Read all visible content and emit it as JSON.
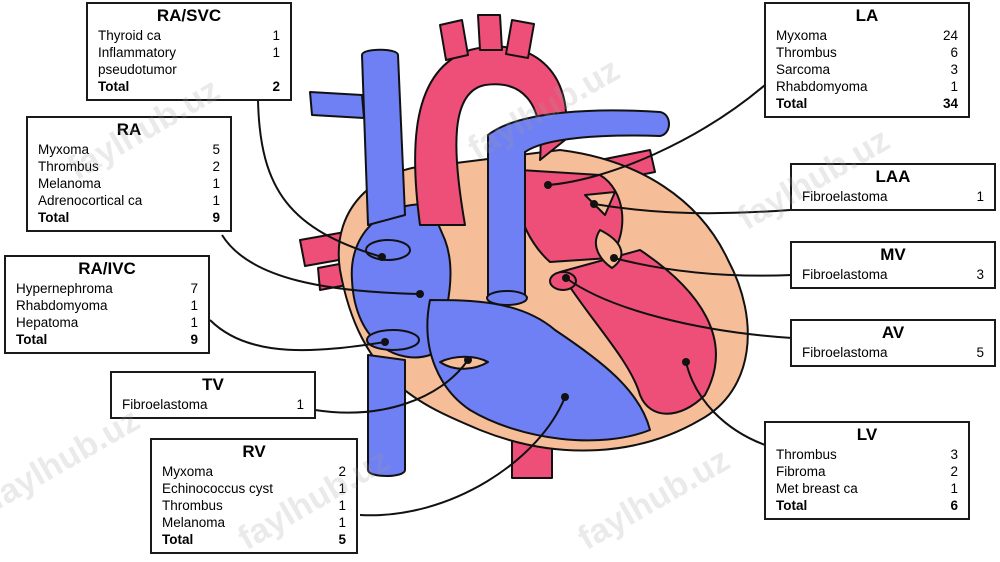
{
  "colors": {
    "vein": "#6f7ff4",
    "artery": "#ee4f78",
    "muscle": "#f6bd99",
    "outline": "#111111"
  },
  "watermark": "faylhub.uz",
  "boxes": {
    "ra_svc": {
      "title": "RA/SVC",
      "rows": [
        {
          "name": "Thyroid ca",
          "count": "1"
        },
        {
          "name": "Inflammatory\npseudotumor",
          "count": "1"
        },
        {
          "name": "Total",
          "count": "2"
        }
      ]
    },
    "ra": {
      "title": "RA",
      "rows": [
        {
          "name": "Myxoma",
          "count": "5"
        },
        {
          "name": "Thrombus",
          "count": "2"
        },
        {
          "name": "Melanoma",
          "count": "1"
        },
        {
          "name": "Adrenocortical ca",
          "count": "1"
        },
        {
          "name": "Total",
          "count": "9"
        }
      ]
    },
    "ra_ivc": {
      "title": "RA/IVC",
      "rows": [
        {
          "name": "Hypernephroma",
          "count": "7"
        },
        {
          "name": "Rhabdomyoma",
          "count": "1"
        },
        {
          "name": "Hepatoma",
          "count": "1"
        },
        {
          "name": "Total",
          "count": "9"
        }
      ]
    },
    "tv": {
      "title": "TV",
      "rows": [
        {
          "name": "Fibroelastoma",
          "count": "1"
        }
      ]
    },
    "rv": {
      "title": "RV",
      "rows": [
        {
          "name": "Myxoma",
          "count": "2"
        },
        {
          "name": "Echinococcus cyst",
          "count": "1"
        },
        {
          "name": "Thrombus",
          "count": "1"
        },
        {
          "name": "Melanoma",
          "count": "1"
        },
        {
          "name": "Total",
          "count": "5"
        }
      ]
    },
    "la": {
      "title": "LA",
      "rows": [
        {
          "name": "Myxoma",
          "count": "24"
        },
        {
          "name": "Thrombus",
          "count": "6"
        },
        {
          "name": "Sarcoma",
          "count": "3"
        },
        {
          "name": "Rhabdomyoma",
          "count": "1"
        },
        {
          "name": "Total",
          "count": "34"
        }
      ]
    },
    "laa": {
      "title": "LAA",
      "rows": [
        {
          "name": "Fibroelastoma",
          "count": "1"
        }
      ]
    },
    "mv": {
      "title": "MV",
      "rows": [
        {
          "name": "Fibroelastoma",
          "count": "3"
        }
      ]
    },
    "av": {
      "title": "AV",
      "rows": [
        {
          "name": "Fibroelastoma",
          "count": "5"
        }
      ]
    },
    "lv": {
      "title": "LV",
      "rows": [
        {
          "name": "Thrombus",
          "count": "3"
        },
        {
          "name": "Fibroma",
          "count": "2"
        },
        {
          "name": "Met breast ca",
          "count": "1"
        },
        {
          "name": "Total",
          "count": "6"
        }
      ]
    }
  }
}
